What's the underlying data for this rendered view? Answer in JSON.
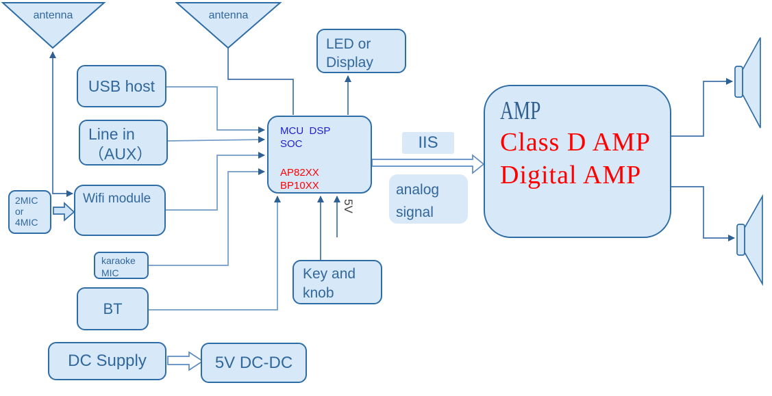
{
  "colors": {
    "box_fill": "#d7e9f8",
    "box_border": "#2e6ca6",
    "label_text": "#31679b",
    "mcu_blue": "#2020cf",
    "red": "#fe0000",
    "connector_light": "#6f9ac7",
    "connector_dark": "#3c6ea8",
    "amp_title": "#2f5e8e"
  },
  "nodes": {
    "antenna1": {
      "label": "antenna"
    },
    "antenna2": {
      "label": "antenna"
    },
    "usb": {
      "label": "USB host"
    },
    "linein": {
      "line1": "Line in",
      "line2": "（AUX）"
    },
    "wifi": {
      "label": "Wifi module"
    },
    "mic": {
      "line1": "2MIC",
      "line2": "or",
      "line3": "4MIC"
    },
    "karaoke": {
      "line1": "karaoke",
      "line2": "MIC"
    },
    "bt": {
      "label": "BT"
    },
    "dc": {
      "label": "DC Supply"
    },
    "dcdc": {
      "label": "5V DC-DC"
    },
    "key": {
      "line1": "Key and",
      "line2": "knob"
    },
    "led": {
      "line1": "LED or",
      "line2": "Display"
    },
    "mcu": {
      "line1": "MCU  DSP",
      "line2": "SOC",
      "line3": "AP82XX",
      "line4": "BP10XX"
    },
    "iis": {
      "label": "IIS"
    },
    "analog": {
      "line1": "analog",
      "line2": "signal"
    },
    "amp": {
      "title": "AMP",
      "line1": "Class D AMP",
      "line2": "Digital AMP"
    },
    "v5": {
      "label": "5V"
    }
  }
}
